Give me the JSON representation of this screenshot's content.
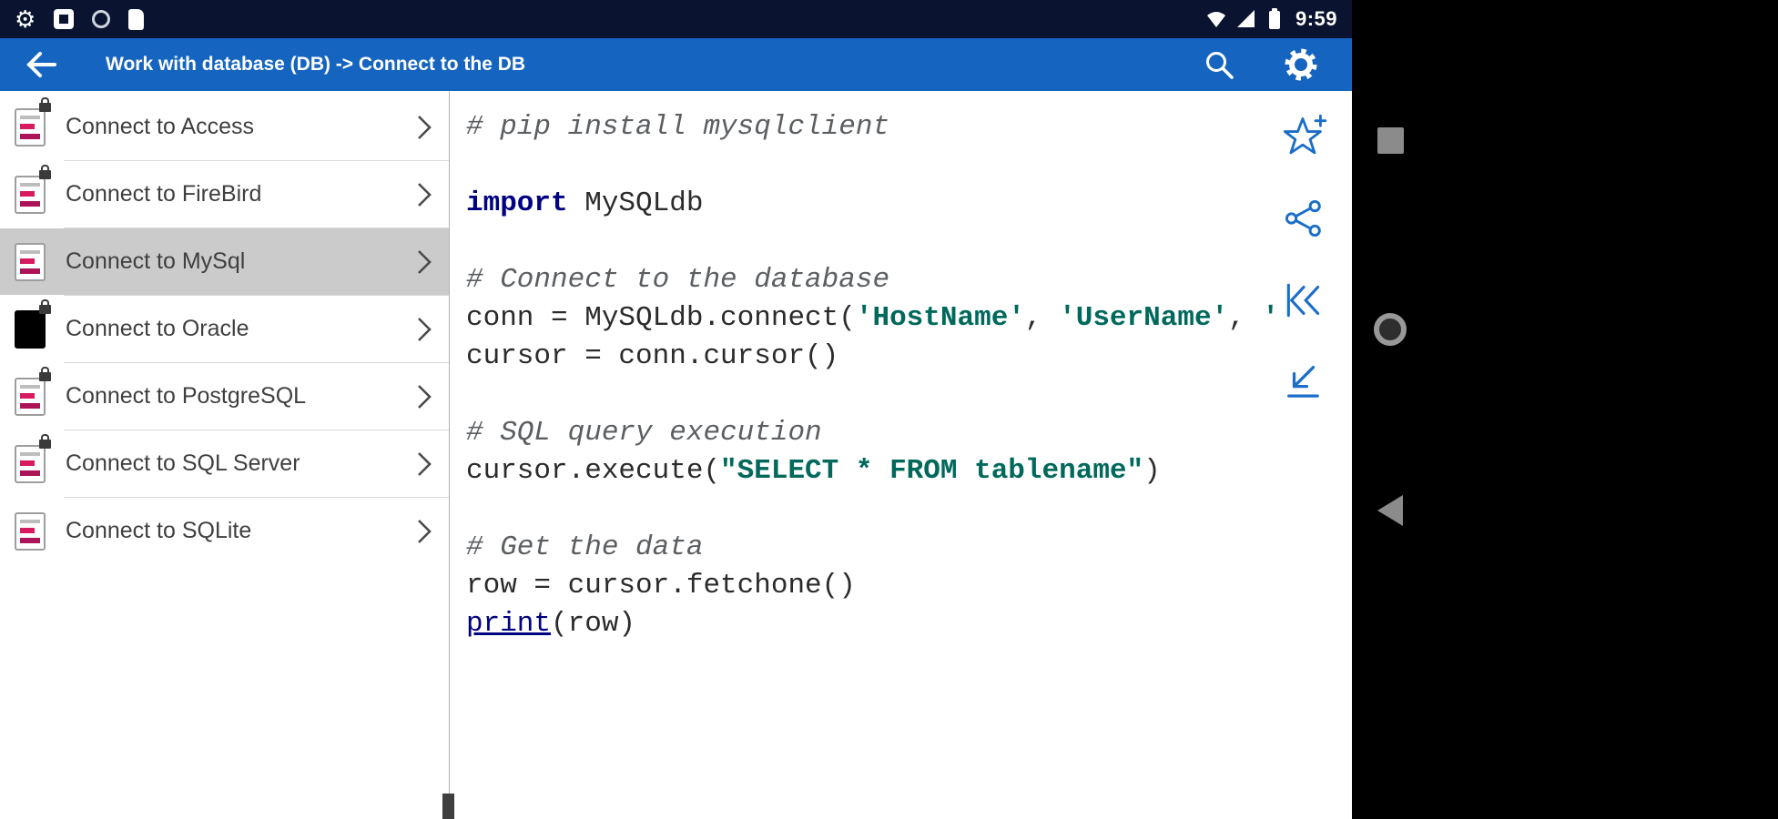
{
  "colors": {
    "status_bar": "#0a1330",
    "app_bar": "#1565c0",
    "selection": "#cbcbcb",
    "accent_icon": "#1b6ec8",
    "code_comment": "#5c5f62",
    "code_keyword": "#000080",
    "code_string": "#00695c",
    "code_plain": "#2b2b2b"
  },
  "status_bar": {
    "time": "9:59",
    "left_icons": [
      "gear-icon",
      "app-square-icon",
      "ring-icon",
      "storage-icon"
    ],
    "right_icons": [
      "wifi-icon",
      "cell-signal-icon",
      "battery-icon"
    ]
  },
  "app_bar": {
    "title": "Work with database (DB) -> Connect to the DB",
    "icons": [
      "back-arrow-icon",
      "search-icon",
      "settings-gear-icon"
    ]
  },
  "sidebar": {
    "items": [
      {
        "label": "Connect to Access",
        "locked": true,
        "selected": false,
        "icon": "code-file-icon"
      },
      {
        "label": "Connect to FireBird",
        "locked": true,
        "selected": false,
        "icon": "code-file-icon"
      },
      {
        "label": "Connect to MySql",
        "locked": false,
        "selected": true,
        "icon": "code-file-icon"
      },
      {
        "label": "Connect to Oracle",
        "locked": true,
        "selected": false,
        "icon": "black-square-icon"
      },
      {
        "label": "Connect to PostgreSQL",
        "locked": true,
        "selected": false,
        "icon": "code-file-icon"
      },
      {
        "label": "Connect to SQL Server",
        "locked": true,
        "selected": false,
        "icon": "code-file-icon"
      },
      {
        "label": "Connect to SQLite",
        "locked": false,
        "selected": false,
        "icon": "code-file-icon"
      }
    ]
  },
  "code": {
    "language": "python",
    "lines": [
      {
        "tokens": [
          {
            "t": "# pip install mysqlclient",
            "c": "comment"
          }
        ]
      },
      {
        "tokens": []
      },
      {
        "tokens": [
          {
            "t": "import",
            "c": "kw"
          },
          {
            "t": " MySQLdb",
            "c": "plain"
          }
        ]
      },
      {
        "tokens": []
      },
      {
        "tokens": [
          {
            "t": "# Connect to the database",
            "c": "comment"
          }
        ]
      },
      {
        "tokens": [
          {
            "t": "conn = MySQLdb.connect(",
            "c": "plain"
          },
          {
            "t": "'HostName'",
            "c": "str"
          },
          {
            "t": ", ",
            "c": "plain"
          },
          {
            "t": "'UserName'",
            "c": "str"
          },
          {
            "t": ", ",
            "c": "plain"
          },
          {
            "t": "'",
            "c": "str"
          }
        ]
      },
      {
        "tokens": [
          {
            "t": "cursor = conn.cursor()",
            "c": "plain"
          }
        ]
      },
      {
        "tokens": []
      },
      {
        "tokens": [
          {
            "t": "# SQL query execution",
            "c": "comment"
          }
        ]
      },
      {
        "tokens": [
          {
            "t": "cursor.execute(",
            "c": "plain"
          },
          {
            "t": "\"SELECT * FROM tablename\"",
            "c": "str"
          },
          {
            "t": ")",
            "c": "plain"
          }
        ]
      },
      {
        "tokens": []
      },
      {
        "tokens": [
          {
            "t": "# Get the data",
            "c": "comment"
          }
        ]
      },
      {
        "tokens": [
          {
            "t": "row = cursor.fetchone()",
            "c": "plain"
          }
        ]
      },
      {
        "tokens": [
          {
            "t": "print",
            "c": "link"
          },
          {
            "t": "(row)",
            "c": "plain"
          }
        ]
      }
    ]
  },
  "actions": [
    {
      "name": "favorite-button",
      "icon": "star-add-icon"
    },
    {
      "name": "share-button",
      "icon": "share-icon"
    },
    {
      "name": "skip-to-start-button",
      "icon": "skip-start-icon"
    },
    {
      "name": "jump-to-corner-button",
      "icon": "corner-arrow-icon"
    }
  ],
  "nav_bar": {
    "buttons": [
      {
        "name": "recents-button",
        "icon": "square-icon"
      },
      {
        "name": "home-button",
        "icon": "circle-icon"
      },
      {
        "name": "back-button",
        "icon": "triangle-left-icon"
      }
    ]
  }
}
